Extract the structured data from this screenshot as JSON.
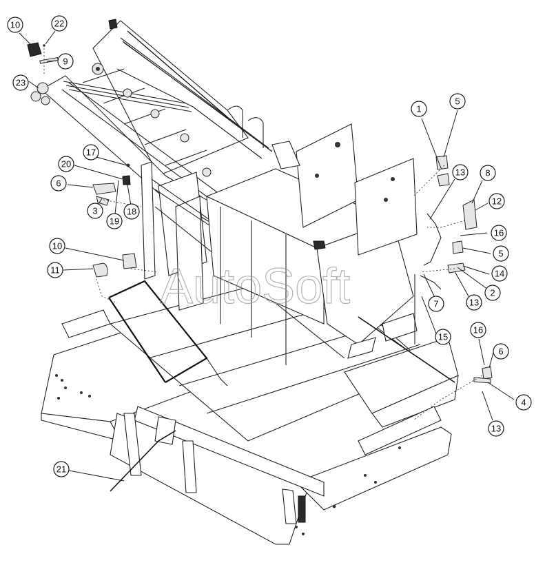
{
  "watermark": "AutoSoft",
  "callouts": [
    {
      "label": "10"
    },
    {
      "label": "22"
    },
    {
      "label": "9"
    },
    {
      "label": "23"
    },
    {
      "label": "17"
    },
    {
      "label": "20"
    },
    {
      "label": "6"
    },
    {
      "label": "18"
    },
    {
      "label": "3"
    },
    {
      "label": "19"
    },
    {
      "label": "10"
    },
    {
      "label": "11"
    },
    {
      "label": "1"
    },
    {
      "label": "5"
    },
    {
      "label": "13"
    },
    {
      "label": "8"
    },
    {
      "label": "12"
    },
    {
      "label": "16"
    },
    {
      "label": "5"
    },
    {
      "label": "14"
    },
    {
      "label": "13"
    },
    {
      "label": "2"
    },
    {
      "label": "7"
    },
    {
      "label": "15"
    },
    {
      "label": "16"
    },
    {
      "label": "6"
    },
    {
      "label": "4"
    },
    {
      "label": "13"
    },
    {
      "label": "21"
    }
  ]
}
